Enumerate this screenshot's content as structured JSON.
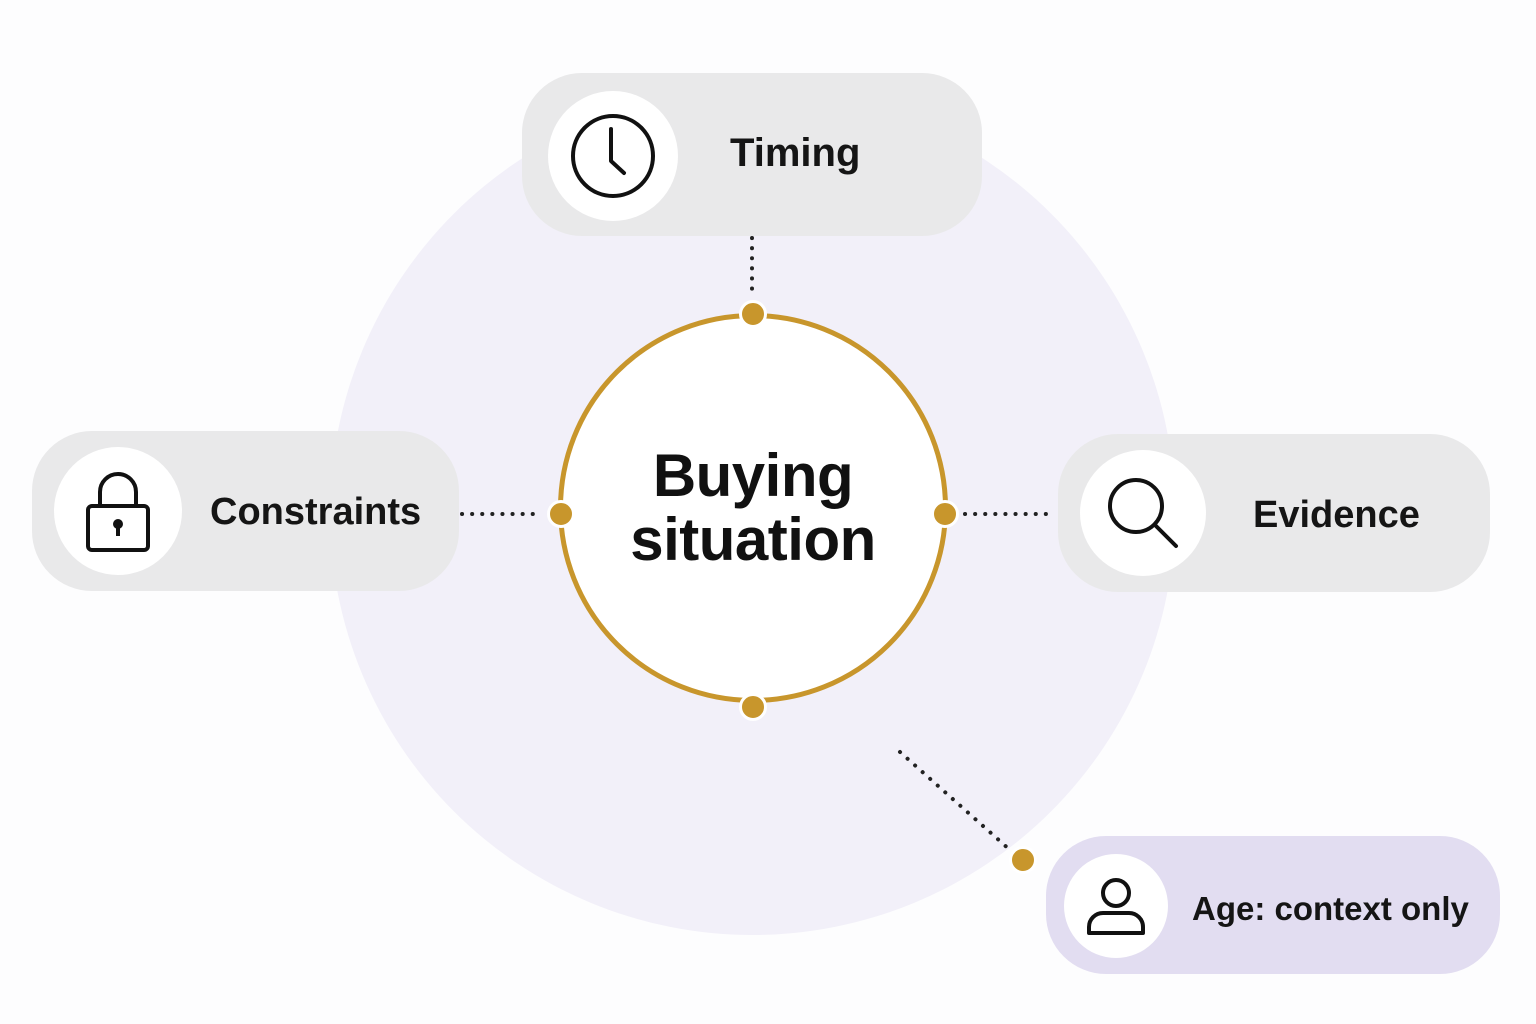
{
  "diagram": {
    "center": {
      "label": "Buying situation"
    },
    "nodes": [
      {
        "id": "timing",
        "label": "Timing",
        "icon": "clock-icon"
      },
      {
        "id": "constraints",
        "label": "Constraints",
        "icon": "lock-icon"
      },
      {
        "id": "evidence",
        "label": "Evidence",
        "icon": "magnifier-icon"
      },
      {
        "id": "age",
        "label": "Age: context only",
        "icon": "person-icon"
      }
    ],
    "colors": {
      "accent": "#c8962c",
      "halo": "#f2f0f9",
      "pill": "#e9e9ea",
      "pill_muted": "#e2ddf1",
      "text": "#151515"
    }
  }
}
